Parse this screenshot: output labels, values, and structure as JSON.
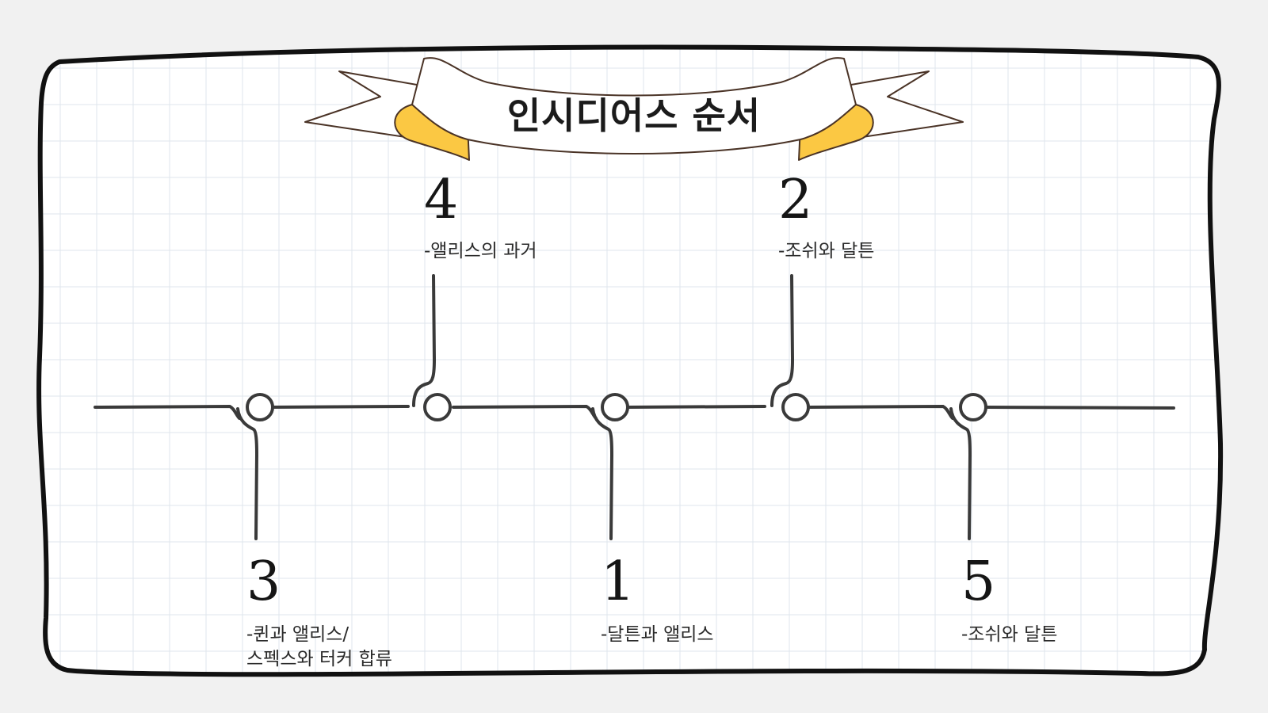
{
  "title": "인시디어스 순서",
  "colors": {
    "paper": "#ffffff",
    "background": "#f1f1f1",
    "grid": "#dfe6ec",
    "ink": "#3a3a3a",
    "ribbon_fold": "#fbc843"
  },
  "timeline": {
    "nodes": [
      {
        "number": "3",
        "text": "-퀸과 앨리스/\n스펙스와 터커 합류",
        "side": "below"
      },
      {
        "number": "4",
        "text": "-앨리스의 과거",
        "side": "above"
      },
      {
        "number": "1",
        "text": "-달튼과 앨리스",
        "side": "below"
      },
      {
        "number": "2",
        "text": "-조쉬와 달튼",
        "side": "above"
      },
      {
        "number": "5",
        "text": "-조쉬와 달튼",
        "side": "below"
      }
    ]
  }
}
